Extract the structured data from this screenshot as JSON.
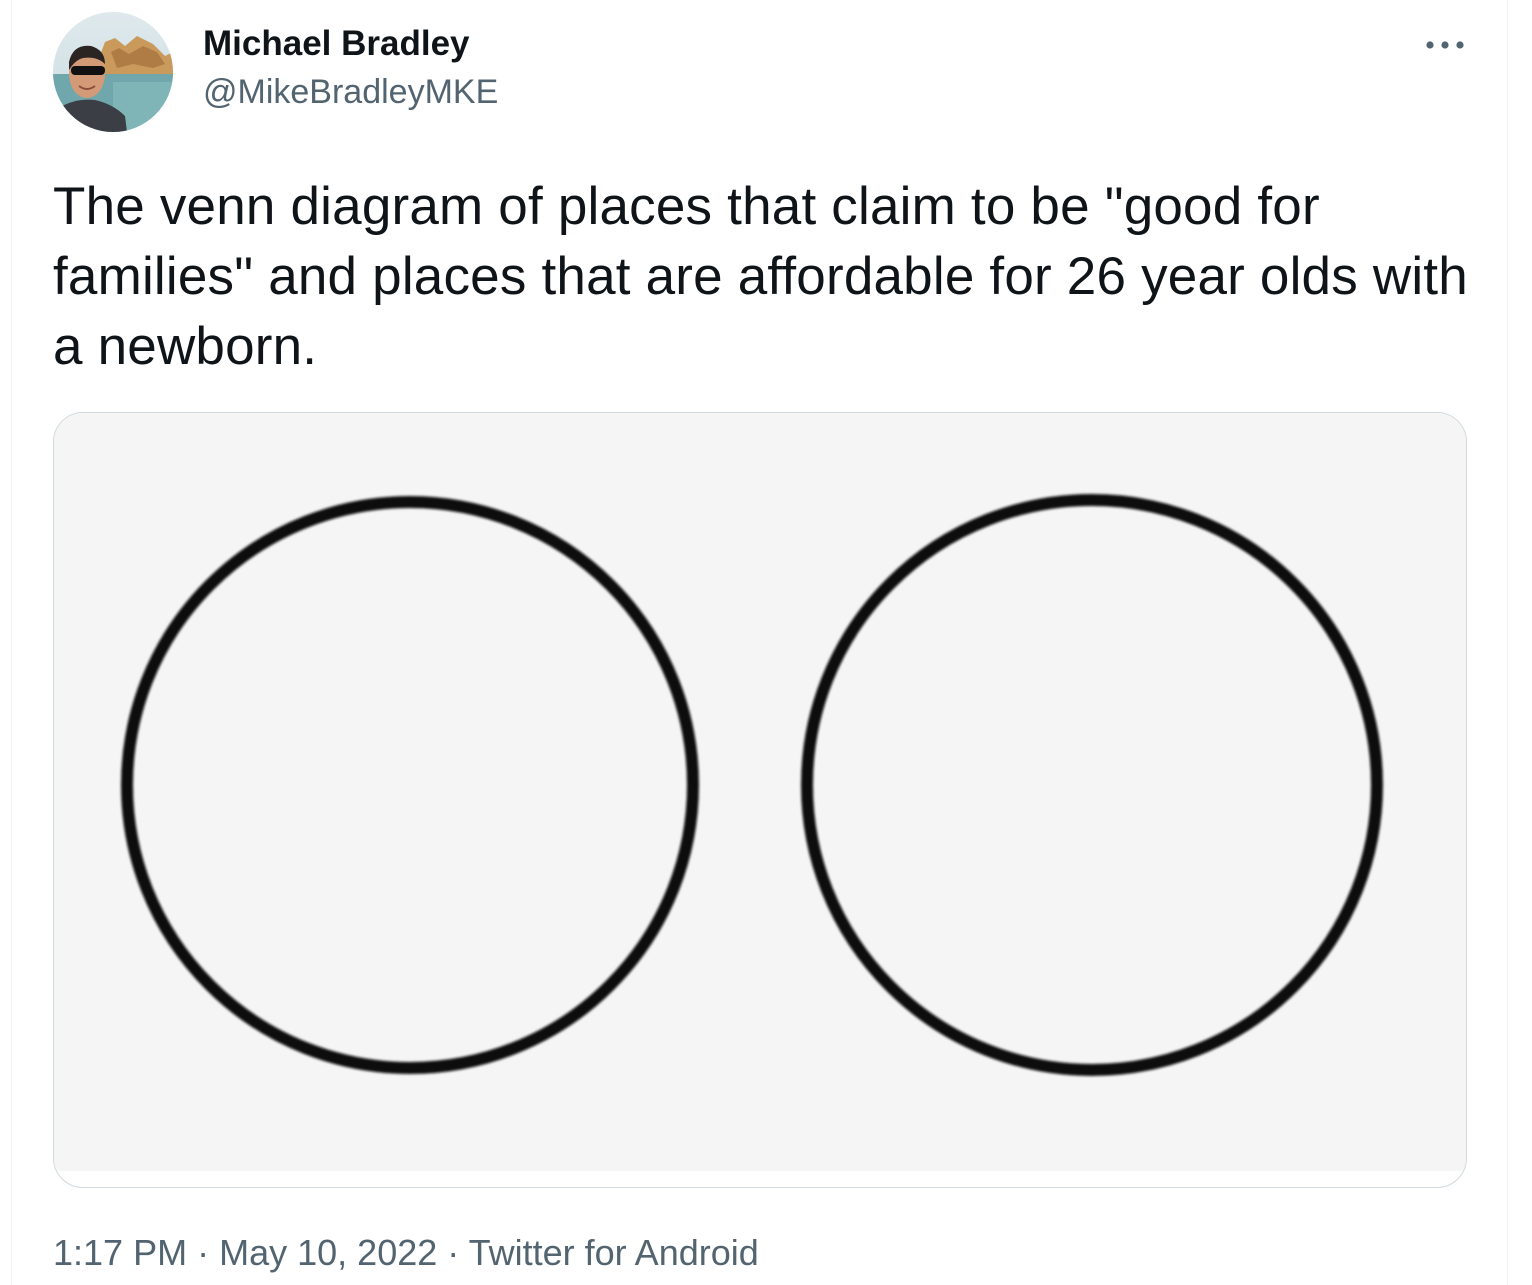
{
  "author": {
    "display_name": "Michael Bradley",
    "handle": "@MikeBradleyMKE",
    "avatar_icon": "profile-photo"
  },
  "more_icon": "more-horizontal-icon",
  "tweet": {
    "text": "The venn diagram of places that claim to be \"good for families\" and places that are affordable for 26 year olds with a newborn."
  },
  "media": {
    "background_color": "#f5f5f5",
    "circle_stroke_color": "#111111",
    "circles": 2
  },
  "meta": {
    "time": "1:17 PM",
    "separator": "·",
    "date": "May 10, 2022",
    "source": "Twitter for Android"
  },
  "colors": {
    "text_primary": "#0f1419",
    "text_secondary": "#536471",
    "border": "#cfd9de"
  }
}
